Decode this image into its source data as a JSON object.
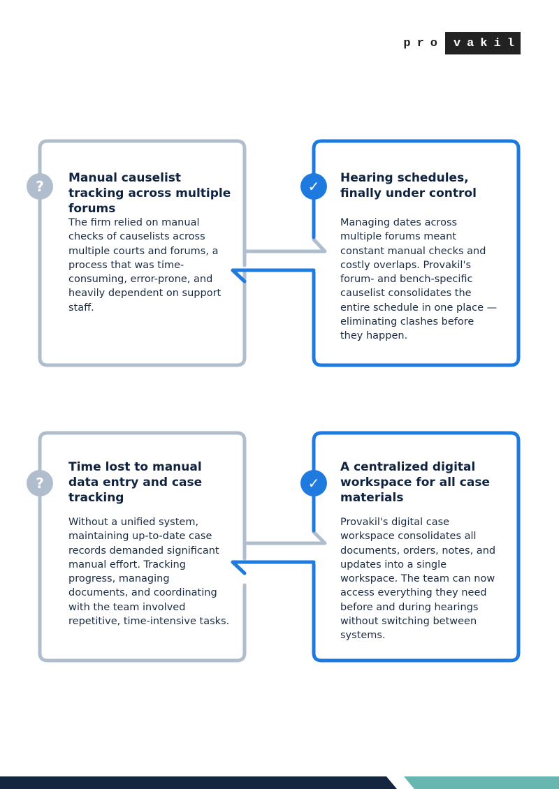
{
  "brand": {
    "logo_light": "pro",
    "logo_dark": "vakil"
  },
  "colors": {
    "problem": "#afbdcc",
    "solution": "#1f7ae0",
    "navy": "#14263f",
    "teal": "#68b6b0"
  },
  "icons": {
    "problem": "question-mark-icon",
    "solution": "checkmark-icon"
  },
  "sections": [
    {
      "problem": {
        "badge": "?",
        "title": "Manual causelist tracking across multiple forums",
        "body": "The firm relied on manual checks of causelists across multiple courts and forums, a process that was time-consuming, error-prone, and heavily dependent on support staff."
      },
      "solution": {
        "badge": "✓",
        "title": "Hearing schedules, finally under control",
        "body": "Managing dates across multiple forums meant constant manual checks and costly overlaps. Provakil's forum- and bench-specific causelist consolidates the entire schedule in one place — eliminating clashes before they happen."
      }
    },
    {
      "problem": {
        "badge": "?",
        "title": "Time lost to manual data entry and case tracking",
        "body": "Without a unified system, maintaining up-to-date case records demanded significant manual effort. Tracking progress, managing documents, and coordinating with the team involved repetitive, time-intensive tasks."
      },
      "solution": {
        "badge": "✓",
        "title": "A centralized digital workspace for all case materials",
        "body": "Provakil's digital case workspace consolidates all documents, orders, notes, and updates into a single workspace. The team can now access everything they need before and during hearings without switching between systems."
      }
    }
  ]
}
